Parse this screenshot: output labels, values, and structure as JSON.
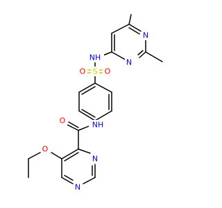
{
  "colors": {
    "bond": "#000000",
    "N": "#0000ff",
    "O": "#ff0000",
    "S": "#cccc00"
  },
  "atoms": {
    "n_pyr_top_1": "N",
    "n_pyr_top_2": "N",
    "nh_sulfonamide": "NH",
    "s_sulfonyl": "S",
    "o_sulfonyl_left": "O",
    "o_sulfonyl_right": "O",
    "nh_amide": "NH",
    "o_carbonyl": "O",
    "n_pyr_bottom_1": "N",
    "n_pyr_bottom_2": "N",
    "o_ether": "O"
  }
}
